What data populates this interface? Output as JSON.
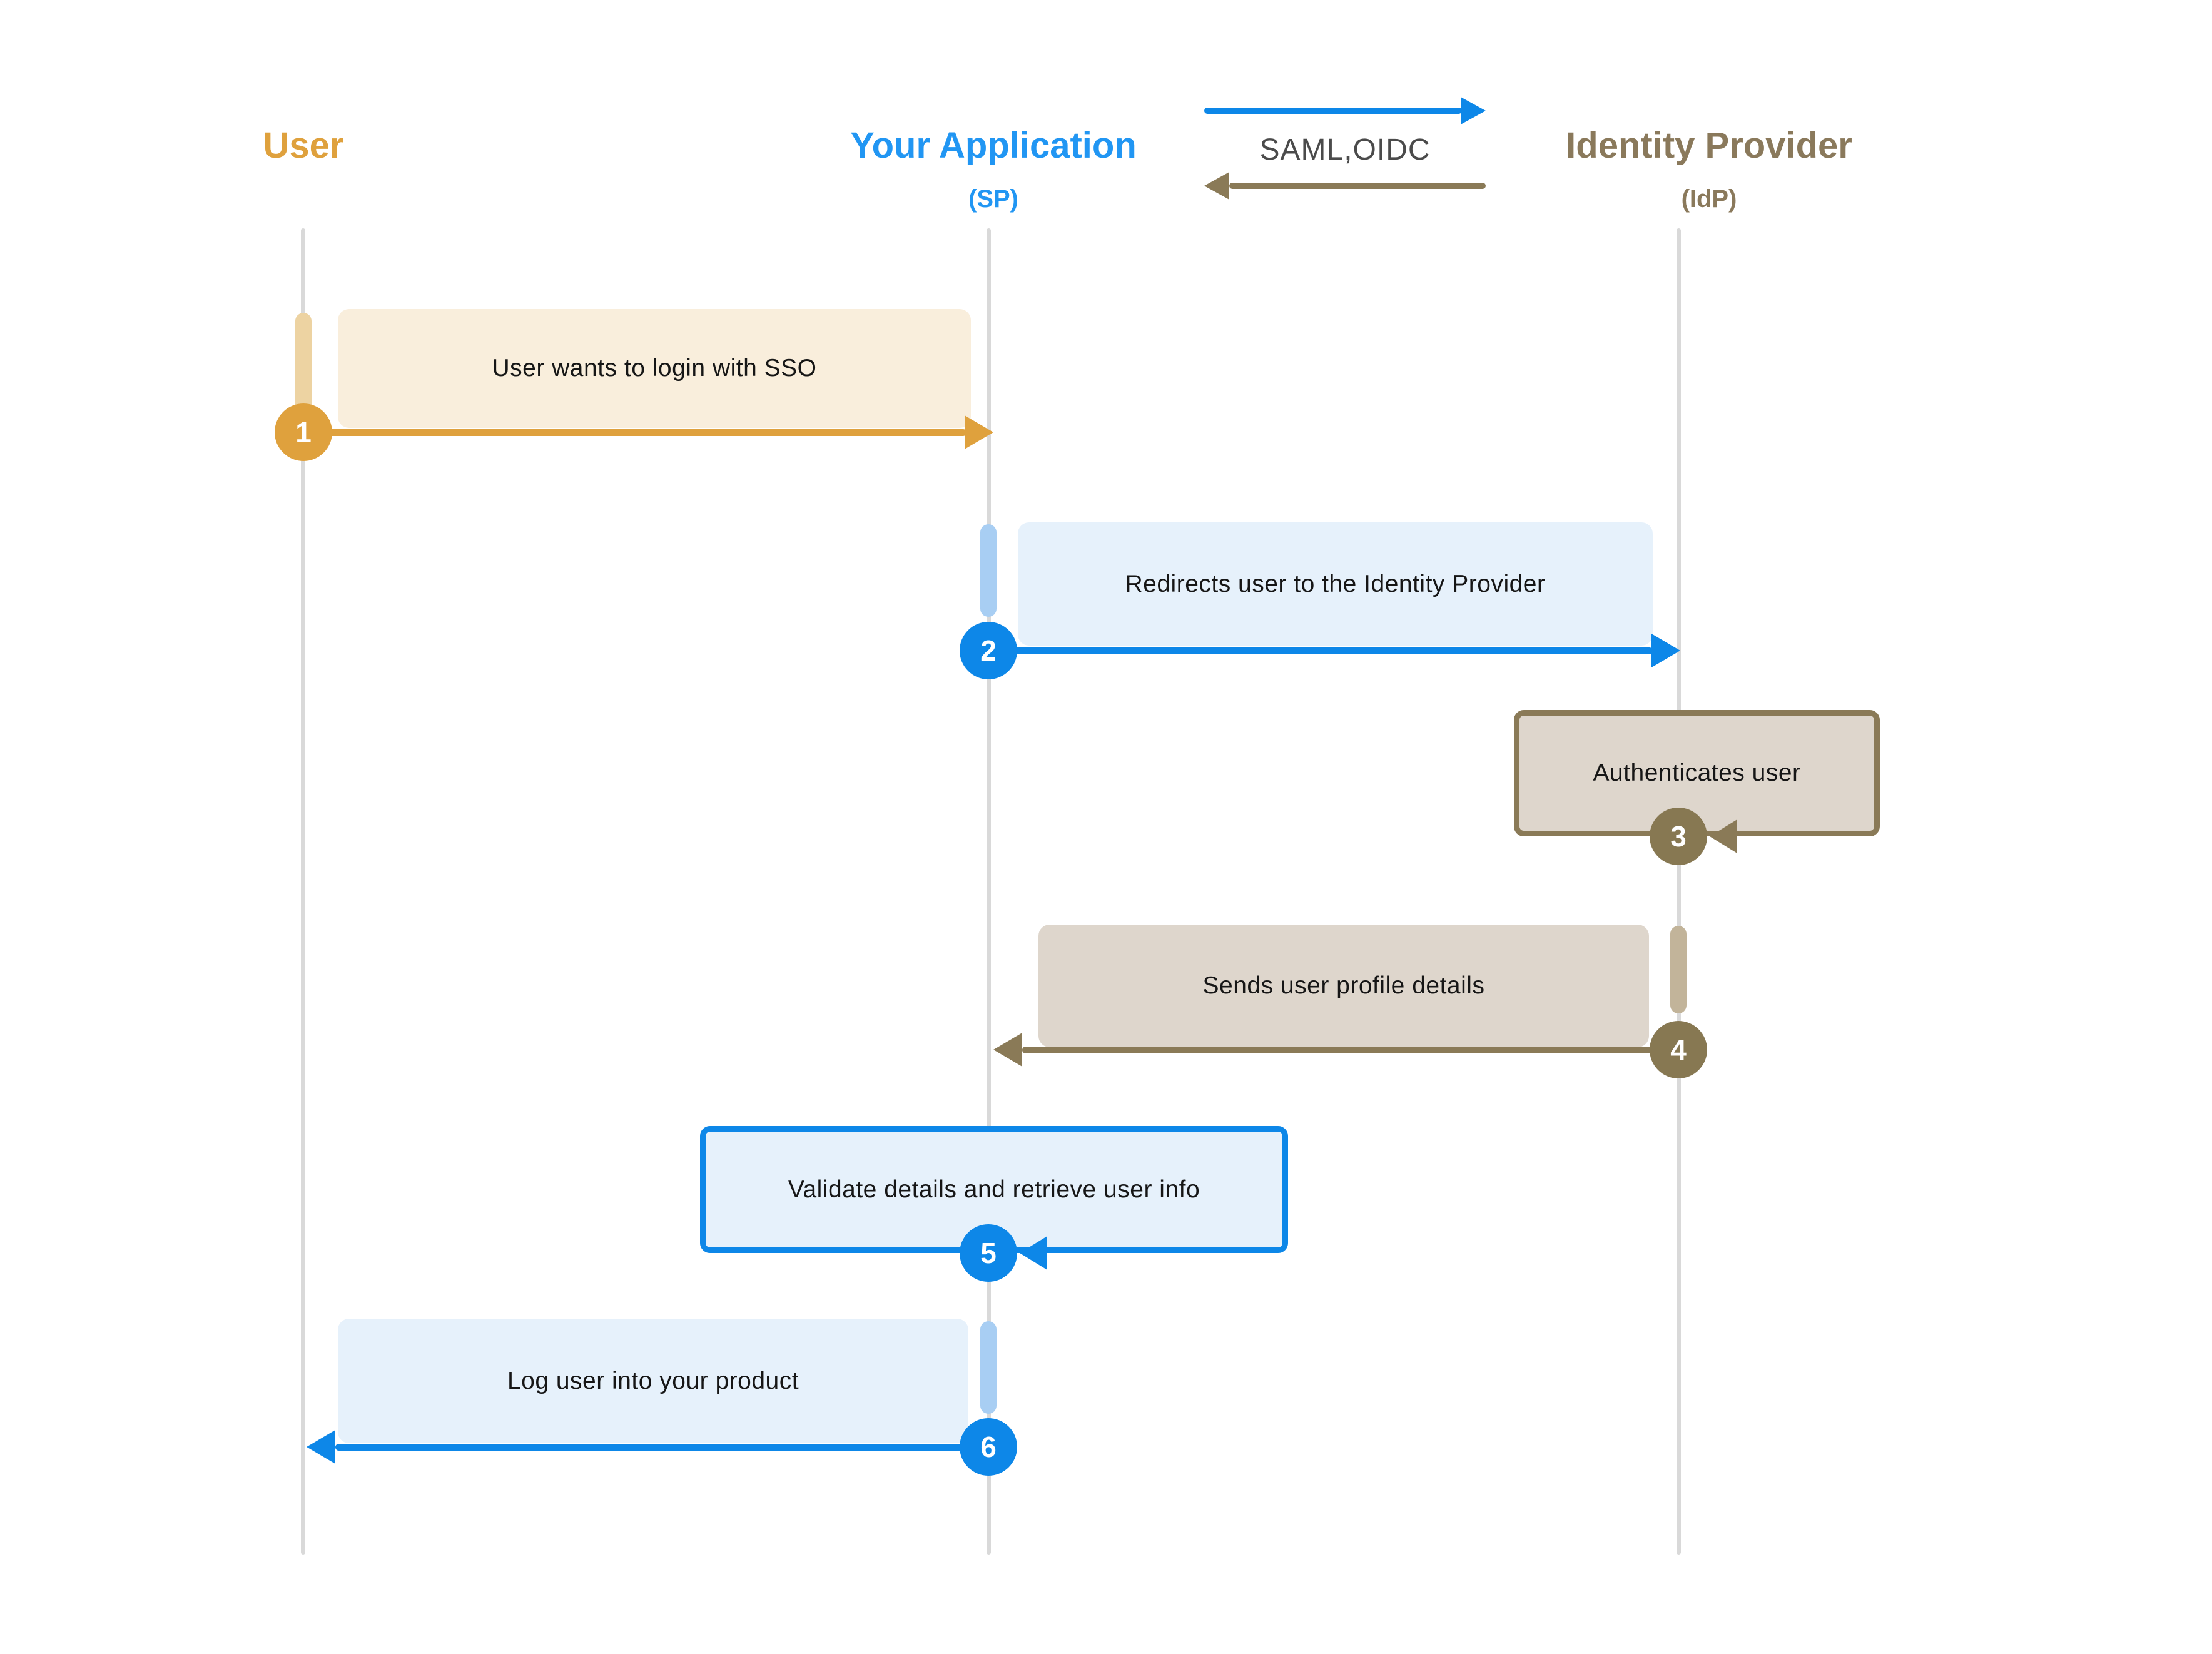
{
  "actors": [
    {
      "id": "user",
      "label": "User",
      "subtitle": ""
    },
    {
      "id": "app",
      "label": "Your Application",
      "subtitle": "(SP)"
    },
    {
      "id": "idp",
      "label": "Identity Provider",
      "subtitle": "(IdP)"
    }
  ],
  "protocol": {
    "label": "SAML,OIDC",
    "top_arrow_direction": "right",
    "bottom_arrow_direction": "left"
  },
  "steps": [
    {
      "num": "1",
      "label": "User wants to login with SSO",
      "from": "user",
      "to": "app"
    },
    {
      "num": "2",
      "label": "Redirects user to the Identity Provider",
      "from": "app",
      "to": "idp"
    },
    {
      "num": "3",
      "label": "Authenticates user",
      "from": "idp",
      "to": "idp"
    },
    {
      "num": "4",
      "label": "Sends user profile details",
      "from": "idp",
      "to": "app"
    },
    {
      "num": "5",
      "label": "Validate details and retrieve user info",
      "from": "app",
      "to": "app"
    },
    {
      "num": "6",
      "label": "Log user into your product",
      "from": "app",
      "to": "user"
    }
  ],
  "colors": {
    "user_accent": "#DFA13D",
    "user_box_fill": "#F9EEDC",
    "user_activation": "#EDD3A2",
    "app_header": "#2196F3",
    "app_accent": "#0D87E8",
    "app_box_fill": "#E6F1FB",
    "app_activation": "#A8CEF3",
    "idp_header": "#8A795B",
    "idp_accent": "#8A7A57",
    "idp_badge": "#877852",
    "idp_box_fill": "#DED6CC",
    "idp_activation": "#C2B49A",
    "protocol_text": "#4B4B4B",
    "lifeline": "#D9D9D9",
    "box_text": "#161616"
  }
}
